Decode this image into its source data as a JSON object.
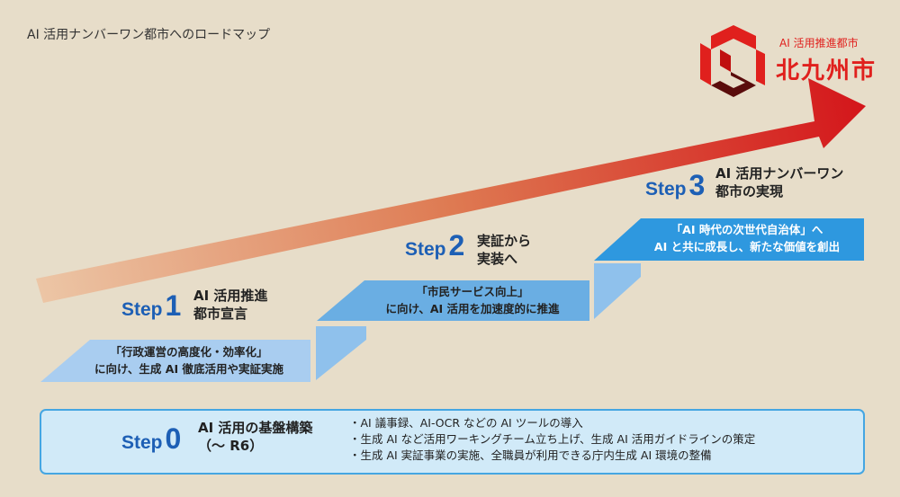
{
  "title": "AI 活用ナンバーワン都市へのロードマップ",
  "logo": {
    "subtitle": "AI 活用推進都市",
    "name": "北九州市"
  },
  "colors": {
    "arrow_start": "#ecc6a6",
    "arrow_end": "#d4161b",
    "step1_box": "#a9cdf0",
    "step2_box": "#6aaee3",
    "step3_box": "#2e98df",
    "step_label": "#1d5fb5",
    "step0_bg": "#d1eaf8"
  },
  "steps": [
    {
      "word": "Step",
      "num": "0",
      "heading": [
        "AI 活用の基盤構築",
        "（〜 R6）"
      ],
      "bullets": [
        "・AI 議事録、AI-OCR などの AI ツールの導入",
        "・生成 AI など活用ワーキングチーム立ち上げ、生成 AI 活用ガイドラインの策定",
        "・生成 AI 実証事業の実施、全職員が利用できる庁内生成 AI 環境の整備"
      ]
    },
    {
      "word": "Step",
      "num": "1",
      "heading": [
        "AI 活用推進",
        "都市宣言"
      ],
      "box": [
        "「行政運営の高度化・効率化」",
        "に向け、生成 AI 徹底活用や実証実施"
      ]
    },
    {
      "word": "Step",
      "num": "2",
      "heading": [
        "実証から",
        "実装へ"
      ],
      "box": [
        "「市民サービス向上」",
        "に向け、AI 活用を加速度的に推進"
      ]
    },
    {
      "word": "Step",
      "num": "3",
      "heading": [
        "AI 活用ナンバーワン",
        "都市の実現"
      ],
      "box": [
        "「AI 時代の次世代自治体」へ",
        "AI と共に成長し、新たな価値を創出"
      ]
    }
  ]
}
